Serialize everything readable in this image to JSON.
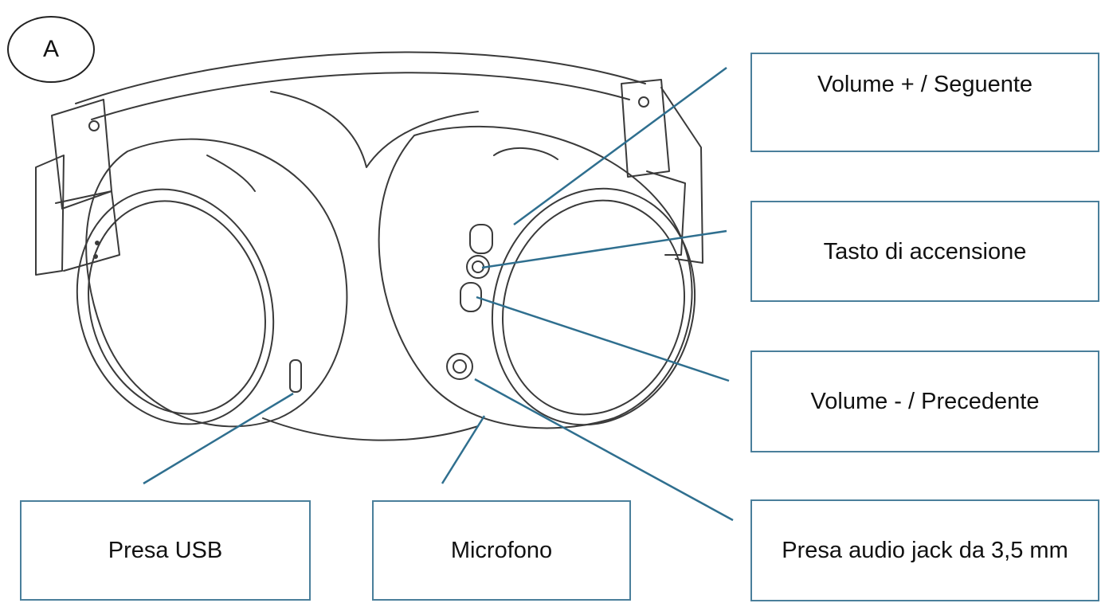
{
  "figure_label": "A",
  "callouts": {
    "volume_up": "Volume + / Seguente",
    "power": "Tasto di accensione",
    "volume_down": "Volume - / Precedente",
    "audio_jack": "Presa audio jack da 3,5 mm",
    "usb": "Presa USB",
    "microphone": "Microfono"
  },
  "colors": {
    "leader_line": "#2f6f8f",
    "box_border": "#4a7f9b",
    "drawing_stroke": "#3a3a3a"
  }
}
